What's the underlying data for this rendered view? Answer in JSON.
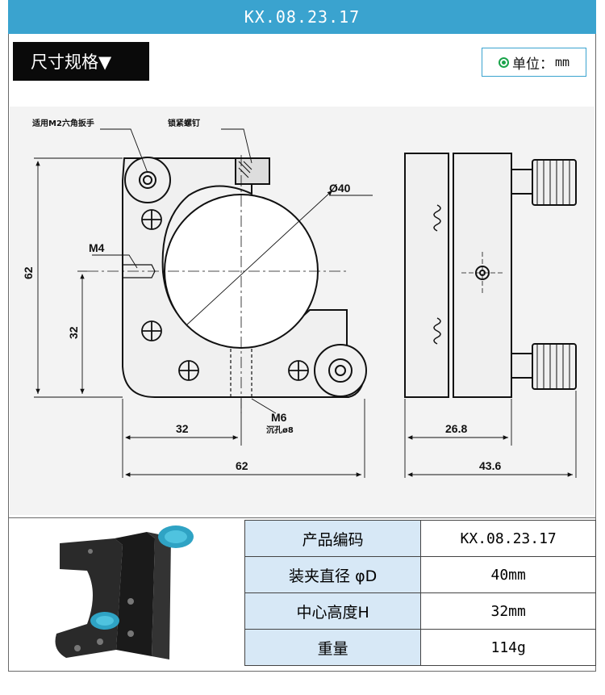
{
  "header": {
    "product_code": "KX.08.23.17"
  },
  "section": {
    "title": "尺寸规格▼"
  },
  "unit": {
    "label": "单位：",
    "value": "mm"
  },
  "drawing": {
    "notes": {
      "hex_wrench": "适用M2六角扳手",
      "lock_screw": "锁紧螺钉",
      "diameter": "Ø40",
      "m4": "M4",
      "m6": "M6",
      "counterbore": "沉孔ø8"
    },
    "dimensions": {
      "height_total": "62",
      "center_height": "32",
      "center_x": "32",
      "width_total": "62",
      "side_thickness": "26.8",
      "side_total": "43.6"
    }
  },
  "specs": [
    {
      "key": "产品编码",
      "value": "KX.08.23.17"
    },
    {
      "key": "装夹直径 φD",
      "value": "40mm"
    },
    {
      "key": "中心高度H",
      "value": "32mm"
    },
    {
      "key": "重量",
      "value": "114g"
    }
  ]
}
